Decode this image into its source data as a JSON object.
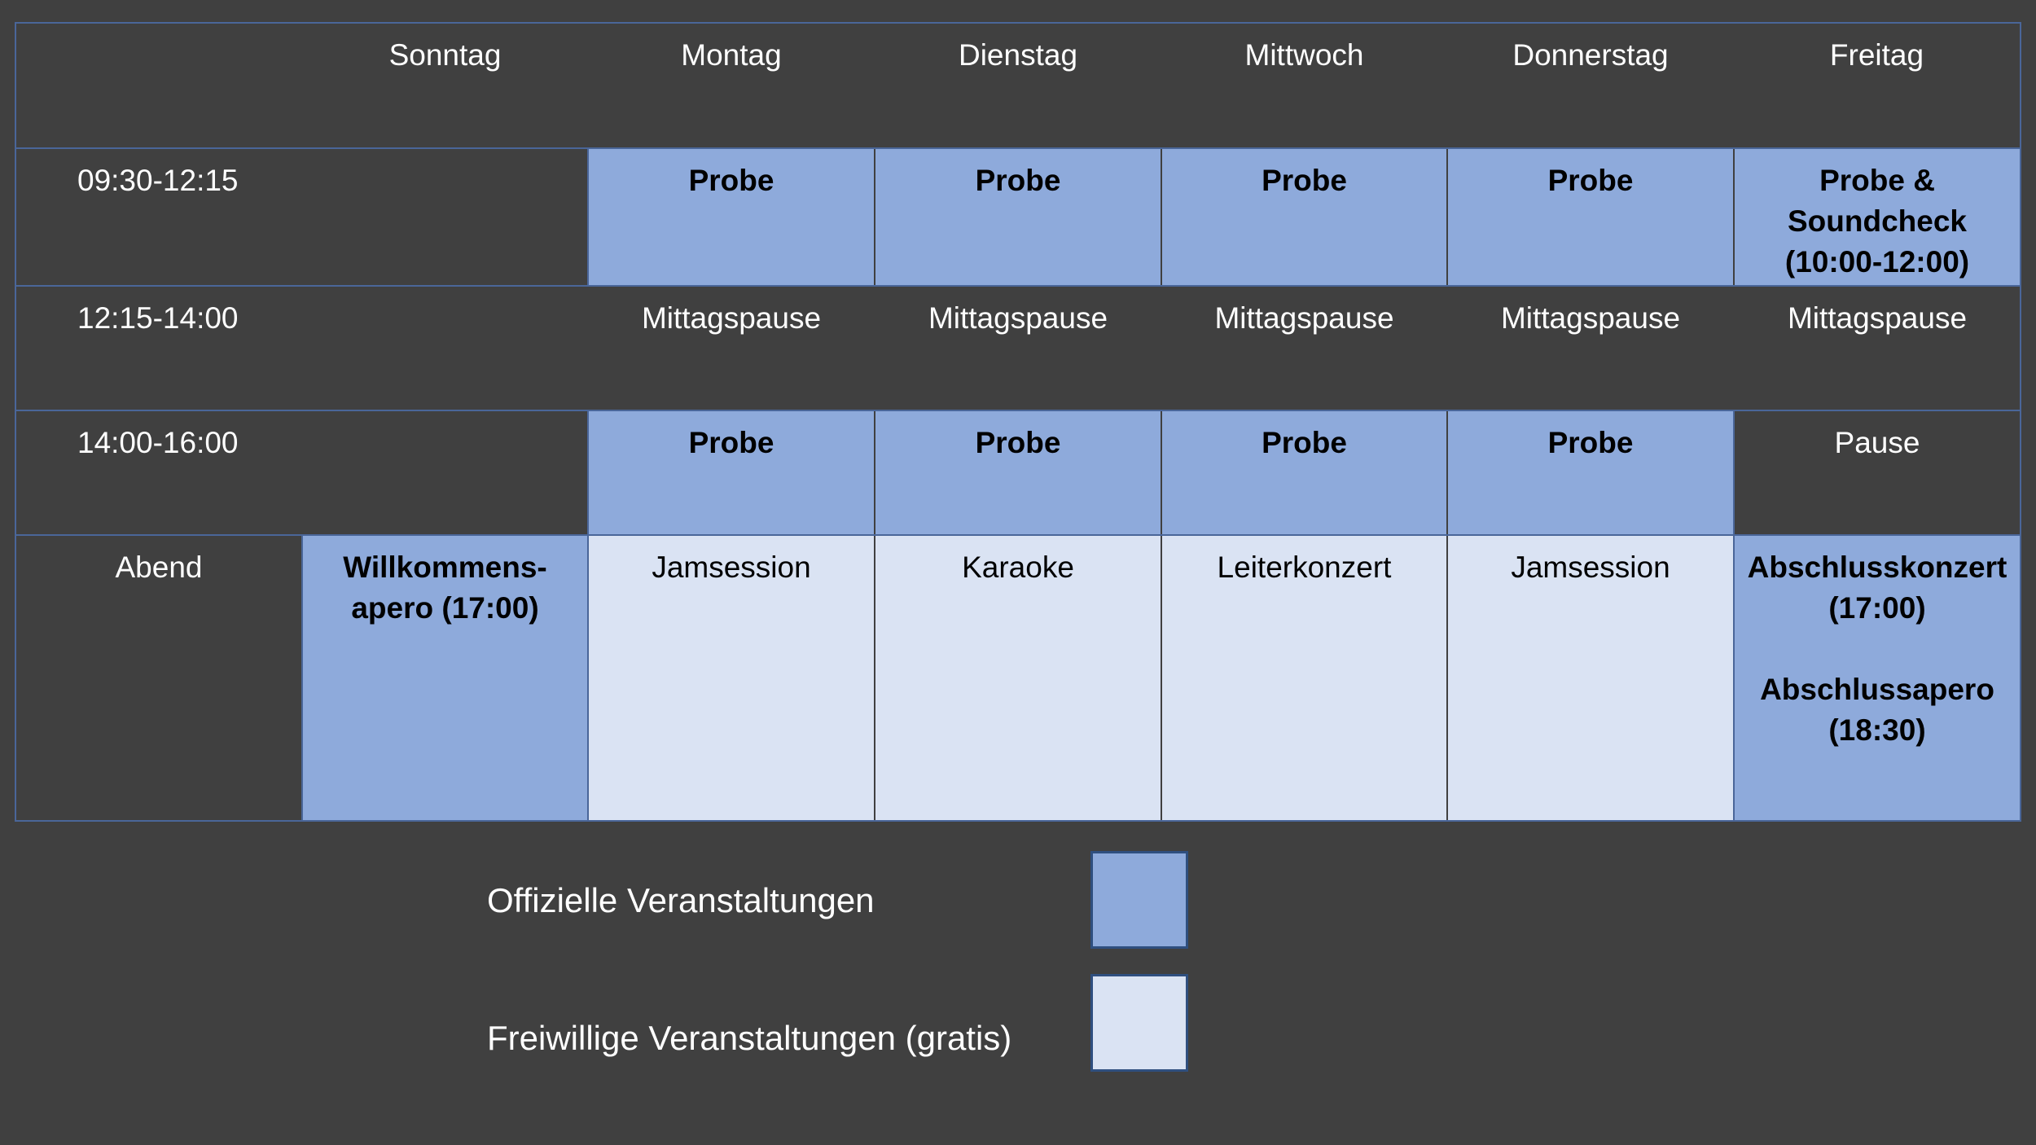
{
  "header": {
    "days": [
      "Sonntag",
      "Montag",
      "Dienstag",
      "Mittwoch",
      "Donnerstag",
      "Freitag"
    ]
  },
  "rows": {
    "morning": {
      "time": "09:30-12:15",
      "montag": "Probe",
      "dienstag": "Probe",
      "mittwoch": "Probe",
      "donnerstag": "Probe",
      "freitag": "Probe &\nSoundcheck\n(10:00-12:00)"
    },
    "lunch": {
      "time": "12:15-14:00",
      "montag": "Mittagspause",
      "dienstag": "Mittagspause",
      "mittwoch": "Mittagspause",
      "donnerstag": "Mittagspause",
      "freitag": "Mittagspause"
    },
    "afternoon": {
      "time": "14:00-16:00",
      "montag": "Probe",
      "dienstag": "Probe",
      "mittwoch": "Probe",
      "donnerstag": "Probe",
      "freitag": "Pause"
    },
    "evening": {
      "time": "Abend",
      "sonntag": "Willkommens-\napero (17:00)",
      "montag": "Jamsession",
      "dienstag": "Karaoke",
      "mittwoch": "Leiterkonzert",
      "donnerstag": "Jamsession",
      "freitag": "Abschlusskonzert\n(17:00)\n\nAbschlussapero\n(18:30)"
    }
  },
  "legend": {
    "official_label": "Offizielle Veranstaltungen",
    "voluntary_label": "Freiwillige Veranstaltungen (gratis)"
  },
  "colors": {
    "background": "#404040",
    "official": "#8eaadb",
    "voluntary": "#dae3f3",
    "border": "#4a6699"
  }
}
